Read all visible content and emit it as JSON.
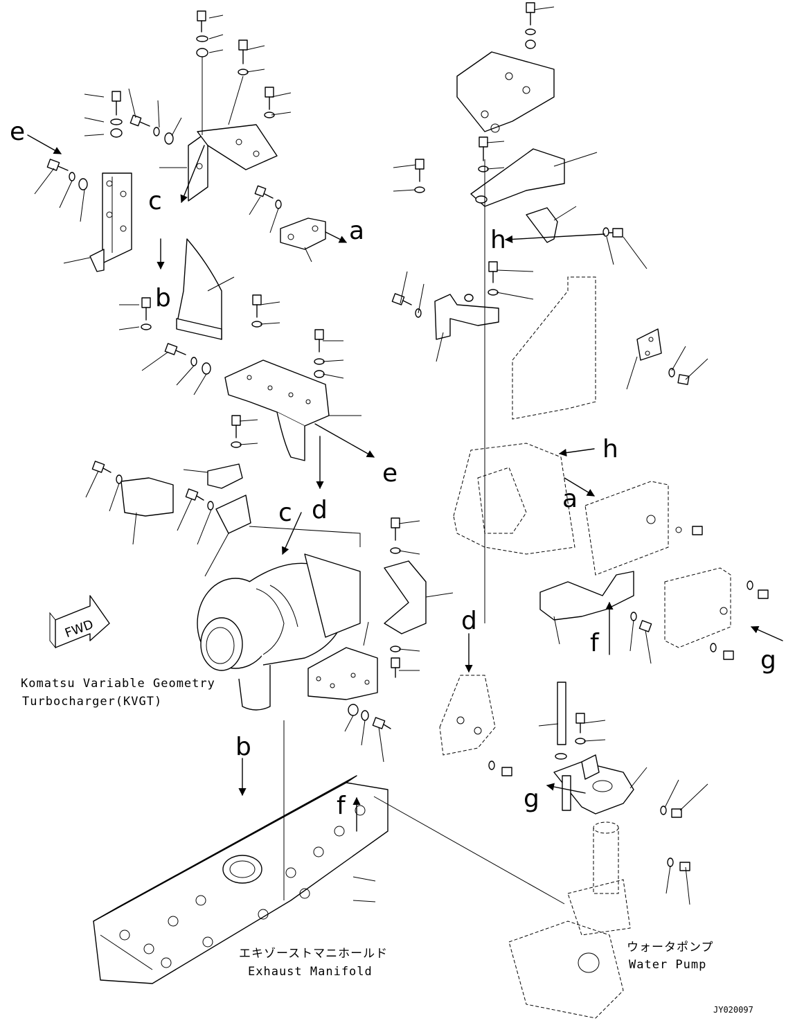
{
  "labels": {
    "kvgt_line1": "Komatsu Variable Geometry",
    "kvgt_line2": "Turbocharger(KVGT)",
    "exhaust_jp": "エキゾーストマニホールド",
    "exhaust_en": "Exhaust Manifold",
    "pump_jp": "ウォータポンプ",
    "pump_en": "Water Pump",
    "fwd": "FWD",
    "drawing_code": "JY020097"
  },
  "callouts": {
    "a": "a",
    "b": "b",
    "c": "c",
    "d": "d",
    "e": "e",
    "f": "f",
    "g": "g",
    "h": "h"
  }
}
